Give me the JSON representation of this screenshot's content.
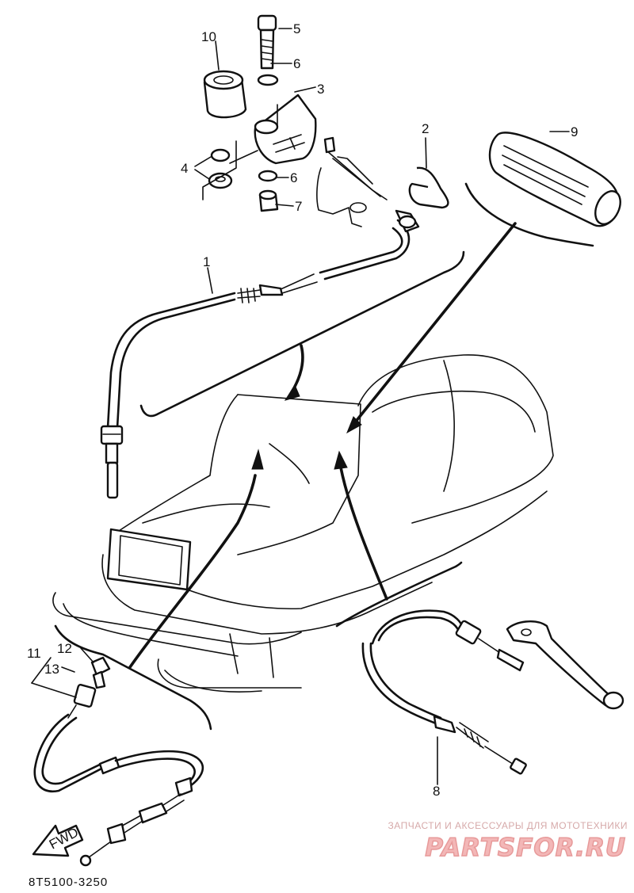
{
  "diagram": {
    "part_code": "8T5100-3250",
    "fwd_label": "FWD",
    "callouts": [
      "1",
      "2",
      "3",
      "4",
      "5",
      "6",
      "6",
      "7",
      "8",
      "9",
      "10",
      "11",
      "12",
      "13"
    ]
  },
  "watermark": {
    "caption": "ЗАПЧАСТИ И АКСЕССУАРЫ ДЛЯ МОТОТЕХНИКИ",
    "brand": "PARTSFOR.RU"
  }
}
